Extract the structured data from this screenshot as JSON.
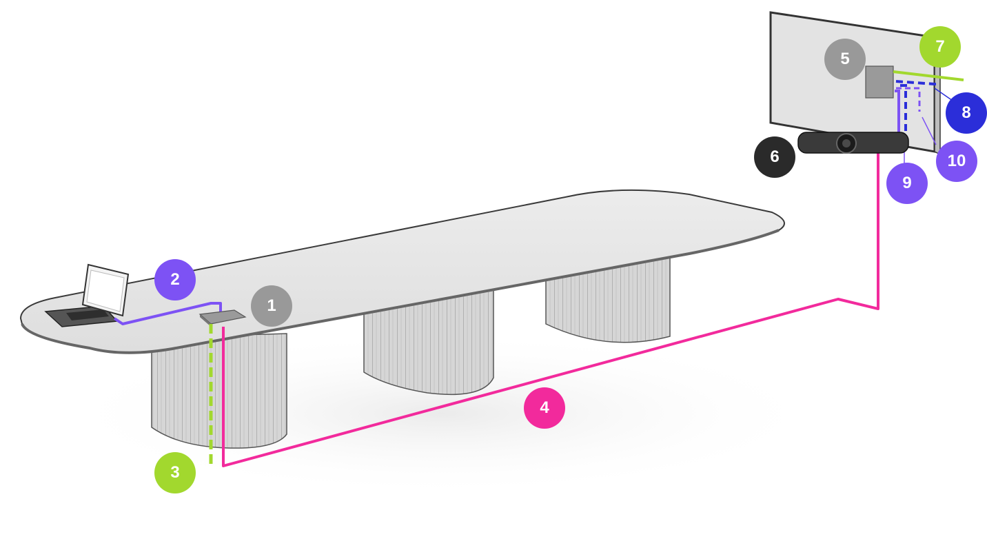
{
  "colors": {
    "grey": "#8f8f8f",
    "purple": "#7d52f4",
    "lime": "#a2d82e",
    "magenta": "#f22a9c",
    "blue": "#2b2ed9",
    "black": "#2a2a2a"
  },
  "markers": [
    {
      "label": "1",
      "color": "#999999",
      "depicts": "table-connection-box"
    },
    {
      "label": "2",
      "color": "#7d52f4",
      "depicts": "laptop-cable"
    },
    {
      "label": "3",
      "color": "#a2d82e",
      "depicts": "power-cable"
    },
    {
      "label": "4",
      "color": "#f22a9c",
      "depicts": "table-to-display-cable"
    },
    {
      "label": "5",
      "color": "#999999",
      "depicts": "display-box"
    },
    {
      "label": "6",
      "color": "#2a2a2a",
      "depicts": "video-bar"
    },
    {
      "label": "7",
      "color": "#a2d82e",
      "depicts": "power-cable"
    },
    {
      "label": "8",
      "color": "#2b2ed9",
      "depicts": "blue-cable"
    },
    {
      "label": "9",
      "color": "#7d52f4",
      "depicts": "purple-cable"
    },
    {
      "label": "10",
      "color": "#7d52f4",
      "depicts": "purple-dashed-cable"
    }
  ]
}
